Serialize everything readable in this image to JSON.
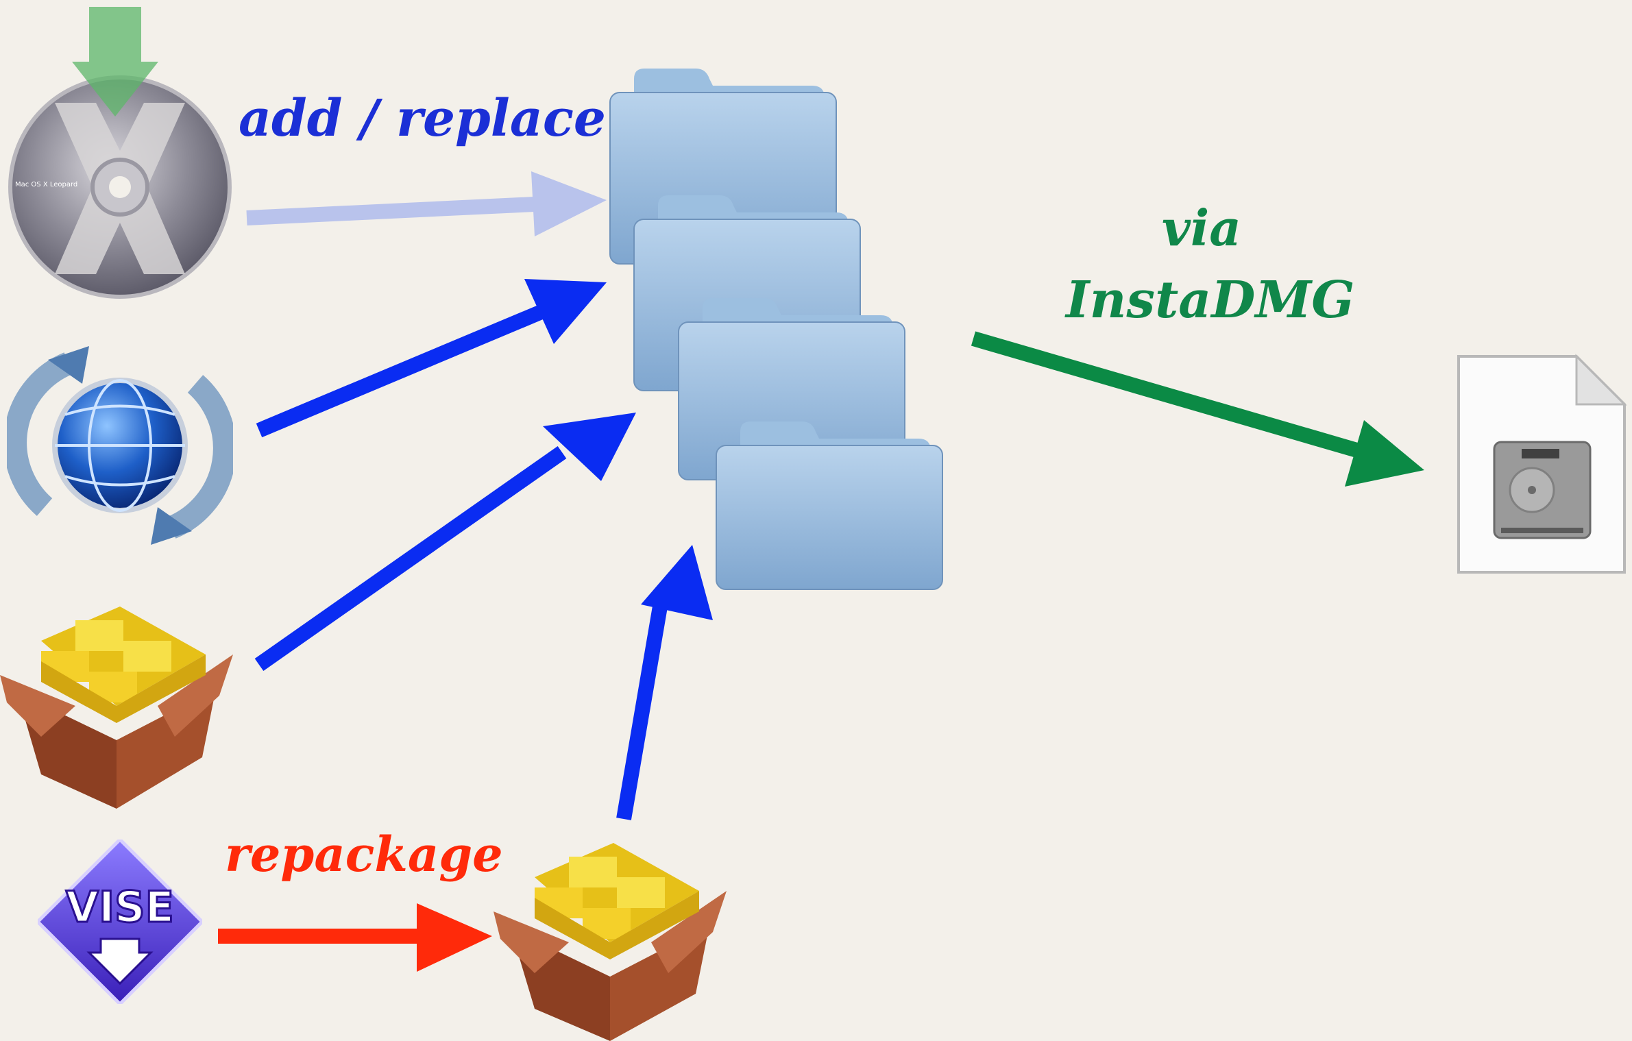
{
  "labels": {
    "add_replace": "add / replace",
    "repackage": "repackage",
    "via": "via",
    "instadmg": "InstaDMG",
    "disc_text": "Mac OS X Leopard",
    "vise_text": "VISE"
  },
  "colors": {
    "background": "#f3f0ea",
    "add_replace_arrow": "#b9c3ec",
    "input_arrow": "#0a2cf2",
    "repackage_arrow": "#ff2a0a",
    "instadmg_arrow": "#0b8a45",
    "add_replace_text": "#1b2fd6",
    "repackage_text": "#ff2a0a",
    "instadmg_text": "#10874a"
  },
  "icons": {
    "os_installer_disc": "mac-os-x-install-disc-icon",
    "software_update": "software-update-icon",
    "installer_package": "installer-package-icon",
    "vise_installer": "vise-installer-icon",
    "repackaged_package": "installer-package-icon",
    "package_folders": "folder-icon",
    "disk_image": "disk-image-icon"
  }
}
